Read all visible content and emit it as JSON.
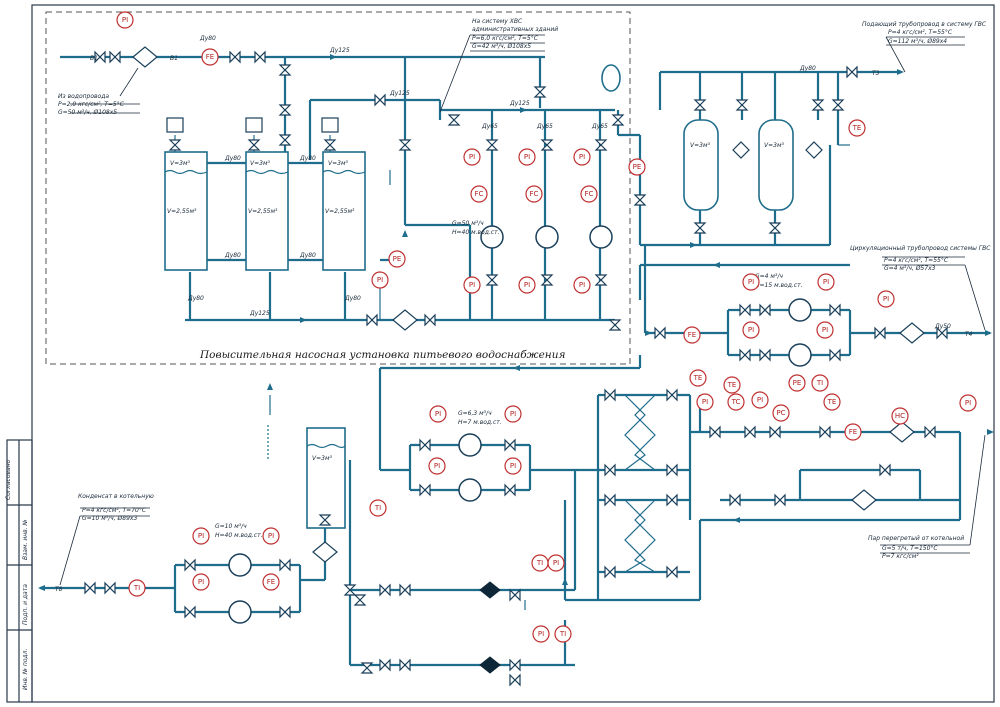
{
  "station": {
    "title": "Повысительная насосная установка питьевого водоснабжения"
  },
  "notes": {
    "water_in": {
      "lines": [
        "Из водопровода",
        "P=2,0 кгс/см², T=5°С",
        "G=50 м³/ч, Ø108х5"
      ]
    },
    "hvs": {
      "lines": [
        "На систему ХВС",
        "административных зданий",
        "P=6,0 кгс/см², T=5°С",
        "G=42 м³/ч, Ø108х5"
      ]
    },
    "gvs_supply": {
      "lines": [
        "Подающий трубопровод в систему ГВС",
        "P=4 кгс/см², Т=55°С",
        "G=112 м³/ч, Ø89х4"
      ]
    },
    "gvs_circ": {
      "lines": [
        "Циркуляционный трубопровод системы ГВС",
        "P=4 кгс/см², Т=55°С",
        "G=4 м³/ч, Ø57х3"
      ]
    },
    "condensate": {
      "lines": [
        "Конденсат в котельную",
        "P=4 кгс/см², Т=70°С",
        "G=10 м³/ч, Ø89х3"
      ]
    },
    "steam": {
      "lines": [
        "Пар перегретый от котельной",
        "G=5 т/ч, T=150°С",
        "P=7 кгс/см²"
      ]
    }
  },
  "pipe_labels": [
    "Ду80",
    "Ду125",
    "Ду125",
    "Ду125",
    "Ду65",
    "Ду65",
    "Ду65",
    "Ду125",
    "Ду80",
    "Ду80",
    "Ду80",
    "Ду80",
    "Ду80",
    "Ду50",
    "Ду80",
    "Ду80"
  ],
  "tank_labels": [
    "V=3м³",
    "V=3м³",
    "V=3м³",
    "V=2,55м³",
    "V=2,55м³",
    "V=2,55м³",
    "V=3м³",
    "V=3м³",
    "V=3м³"
  ],
  "pump_labels": {
    "main": [
      "G=50 м³/ч",
      "H=40 м.вод.ст."
    ],
    "gvs": [
      "G=4 м³/ч",
      "H=15 м.вод.ст."
    ],
    "mid": [
      "G=6,3 м³/ч",
      "H=7 м.вод.ст."
    ],
    "cond": [
      "G=10 м³/ч",
      "H=40 м.вод.ст."
    ]
  },
  "line_tags": [
    "В1",
    "В1",
    "Т3",
    "Т4",
    "Т8"
  ],
  "instruments": [
    "PI",
    "FE",
    "PI",
    "PI",
    "PI",
    "FC",
    "FC",
    "FC",
    "PI",
    "PI",
    "PI",
    "PE",
    "PI",
    "PE",
    "TE",
    "PI",
    "PI",
    "PI",
    "PI",
    "PI",
    "TE",
    "PI",
    "PC",
    "TI",
    "TE",
    "TC",
    "PE",
    "FE",
    "HC",
    "PI",
    "PI",
    "TI",
    "PI",
    "PI",
    "PI",
    "PI",
    "PI",
    "PI",
    "FE",
    "TI",
    "PI",
    "TI",
    "PI",
    "FE",
    "TE",
    "PI",
    "TI"
  ],
  "stamp": {
    "cells": [
      "Инв. № подл.",
      "Подп. и дата",
      "Взам. инв. №",
      "Согласовано"
    ]
  }
}
